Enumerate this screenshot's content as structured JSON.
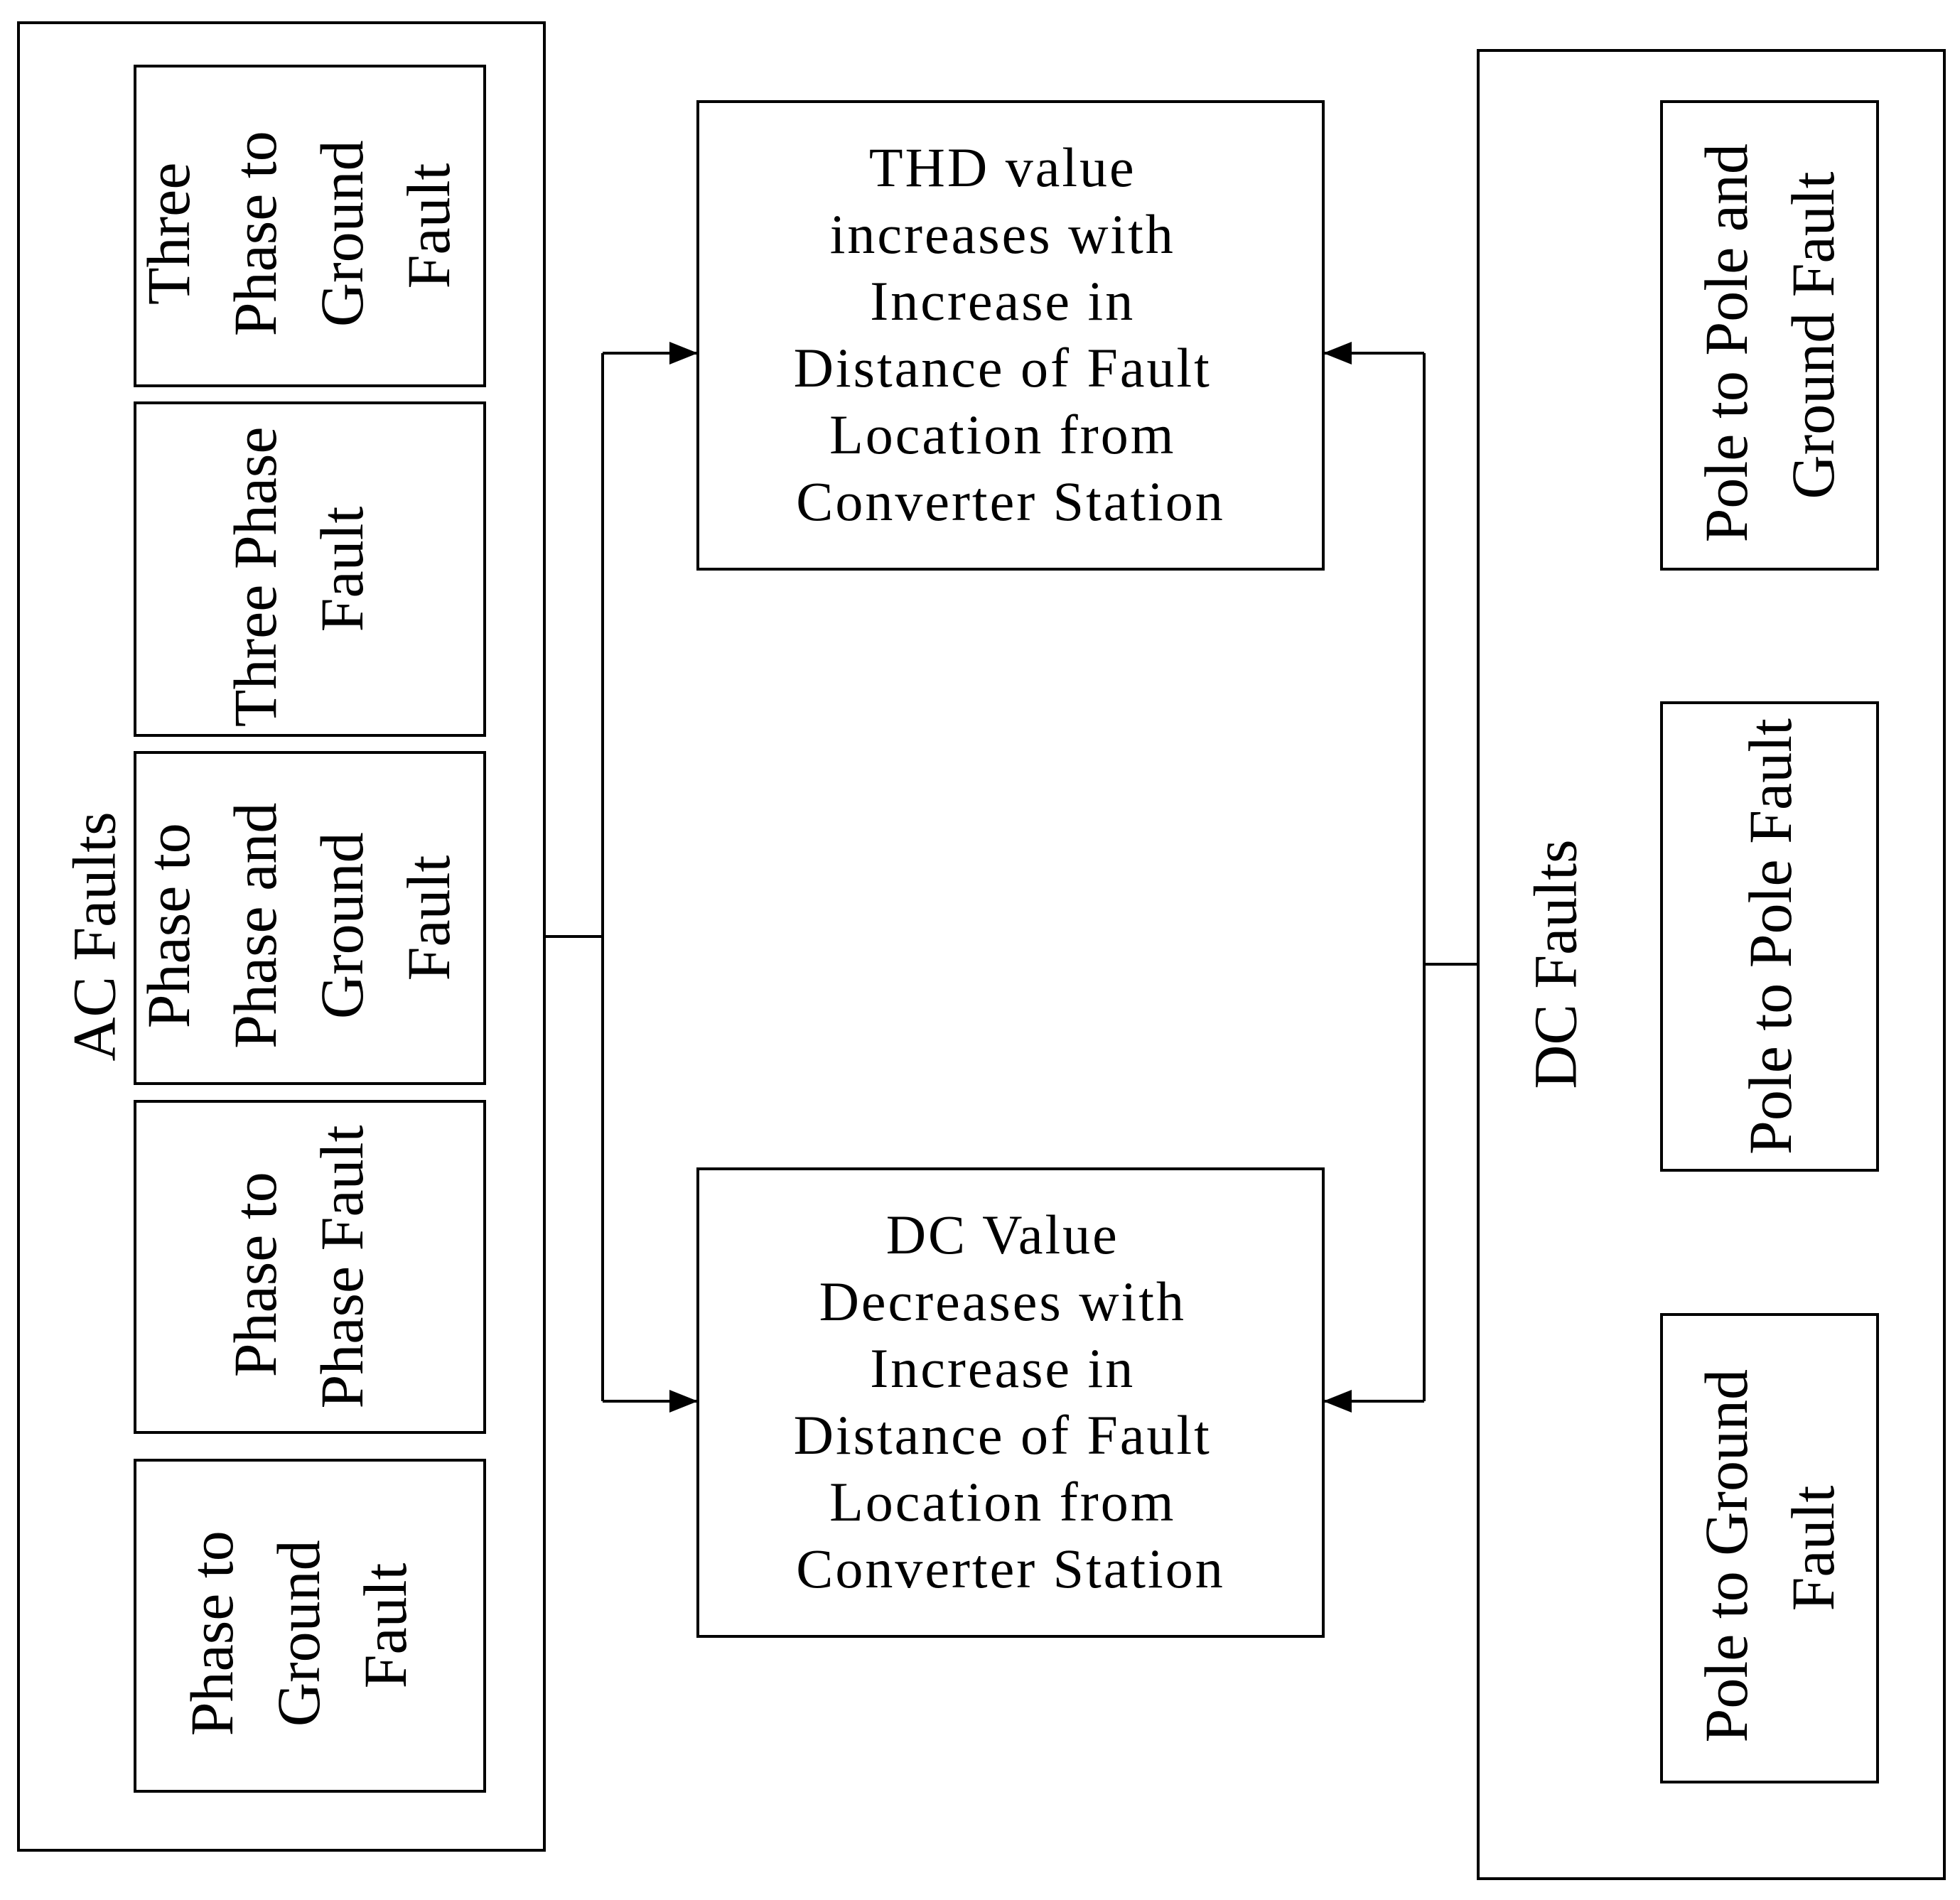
{
  "ac_group": {
    "label": "AC Faults",
    "items": [
      {
        "lines": [
          "Three",
          "Phase to",
          "Ground",
          "Fault"
        ]
      },
      {
        "lines": [
          "Three Phase",
          "Fault"
        ]
      },
      {
        "lines": [
          "Phase to",
          "Phase and",
          "Ground",
          "Fault"
        ]
      },
      {
        "lines": [
          "Phase to",
          "Phase Fault"
        ]
      },
      {
        "lines": [
          "Phase to",
          "Ground",
          "Fault"
        ]
      }
    ]
  },
  "dc_group": {
    "label": "DC Faults",
    "items": [
      {
        "lines": [
          "Pole to Pole and",
          "Ground Fault"
        ]
      },
      {
        "lines": [
          "Pole to Pole Fault"
        ]
      },
      {
        "lines": [
          "Pole to Ground",
          "Fault"
        ]
      }
    ]
  },
  "results": [
    {
      "lines": [
        "THD value",
        "increases with",
        "Increase in",
        "Distance of Fault",
        "Location from",
        "Converter Station"
      ]
    },
    {
      "lines": [
        "DC Value",
        "Decreases with",
        "Increase in",
        "Distance of Fault",
        "Location from",
        "Converter Station"
      ]
    }
  ],
  "colors": {
    "stroke": "#000000",
    "background": "#ffffff"
  }
}
